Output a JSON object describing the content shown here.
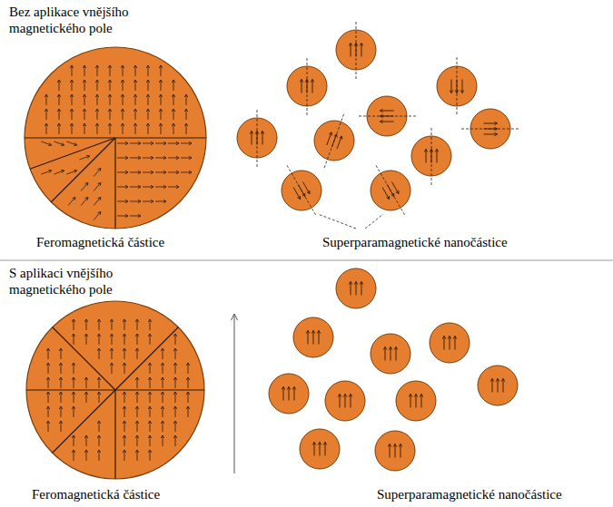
{
  "diagram": {
    "labels": [
      "Bez aplikace vnějšího magnetického pole",
      "Feromagnetická částice",
      "Superparamagnetické nanočástice",
      "S aplikaci vnějšího magnetického pole",
      "Feromagnetická částice",
      "Superparamagnetické nanočástice"
    ]
  }
}
